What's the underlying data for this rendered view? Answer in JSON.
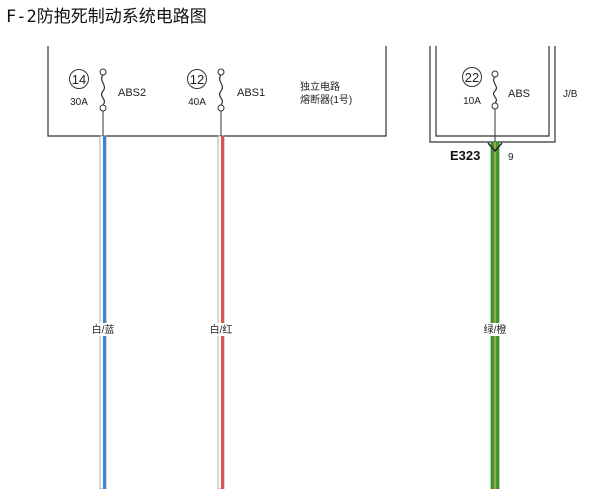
{
  "title": "F-2防抱死制动系统电路图",
  "left_block": {
    "label_line1": "独立电路",
    "label_line2": "熔断器(1号)",
    "fuses": [
      {
        "number": "14",
        "rating": "30A",
        "name": "ABS2",
        "wire_label": "白/蓝",
        "stripe_color": "#3a86d4"
      },
      {
        "number": "12",
        "rating": "40A",
        "name": "ABS1",
        "wire_label": "白/红",
        "stripe_color": "#e0524f"
      }
    ]
  },
  "right_block": {
    "label": "J/B",
    "fuse": {
      "number": "22",
      "rating": "10A",
      "name": "ABS"
    },
    "connector": "E323",
    "pin": "9",
    "wire_label": "绿/橙",
    "wire_color": "#3f9a2c"
  }
}
